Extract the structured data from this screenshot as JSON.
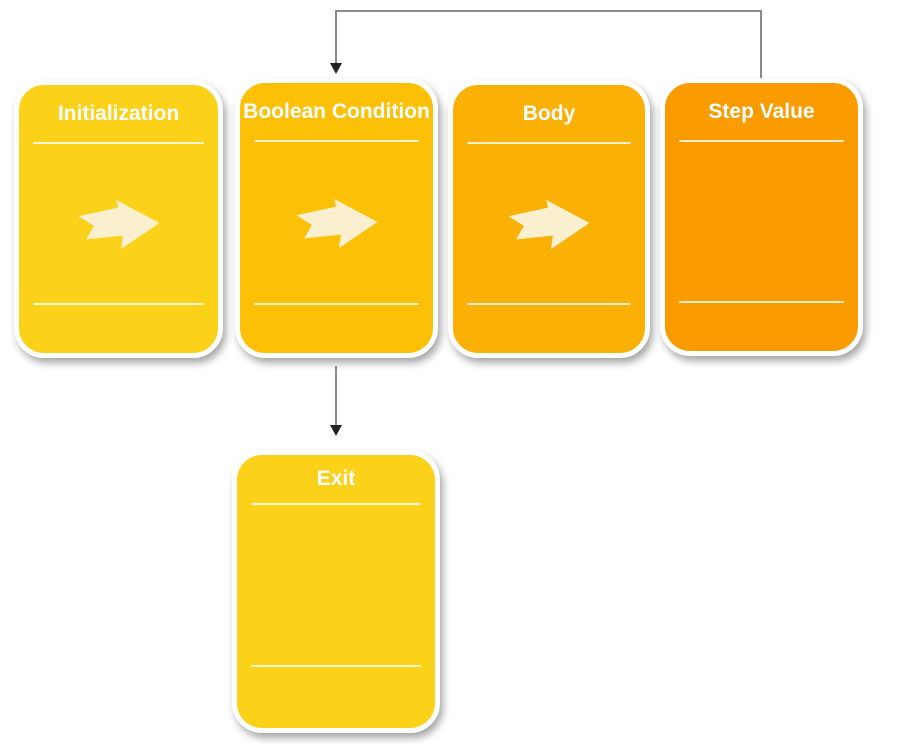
{
  "diagram": {
    "background_color": "#ffffff",
    "connector_color": "#8a8a8a",
    "arrowhead_color": "#222222",
    "glyph_color": "#FAF0CF",
    "divider_color": "#ffffff",
    "title_text_color": "#ffffff",
    "cards": [
      {
        "title": "Initialization",
        "color": "#FBD11A",
        "arrow_icon": true
      },
      {
        "title": "Boolean Condition",
        "color": "#FCC107",
        "arrow_icon": true
      },
      {
        "title": "Body",
        "color": "#FBB005",
        "arrow_icon": true
      },
      {
        "title": "Step Value",
        "color": "#FA9B00",
        "arrow_icon": false
      },
      {
        "title": "Exit",
        "color": "#FBD11A",
        "arrow_icon": false
      }
    ],
    "connectors": [
      {
        "id": "loopback",
        "from": "Step Value",
        "to": "Boolean Condition"
      },
      {
        "id": "to-exit",
        "from": "Boolean Condition",
        "to": "Exit"
      }
    ]
  }
}
